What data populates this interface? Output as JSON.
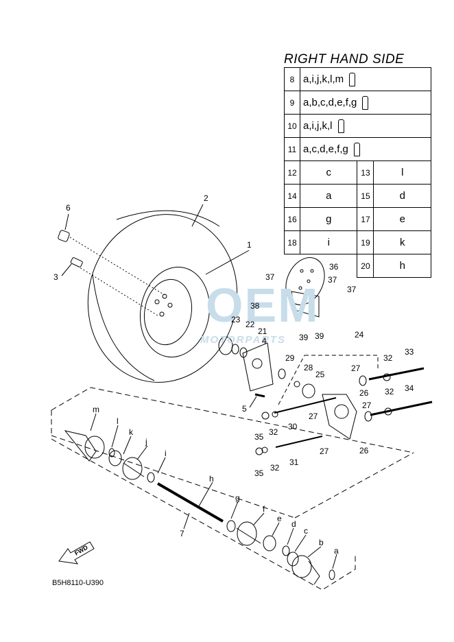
{
  "diagram_code": "B5H8110-U390",
  "table": {
    "title": "RIGHT HAND SIDE",
    "wide_rows": [
      {
        "num": "8",
        "value": "a,i,j,k,l,m",
        "icon": "grease-tube-icon"
      },
      {
        "num": "9",
        "value": "a,b,c,d,e,f,g",
        "icon": "grease-tube-icon"
      },
      {
        "num": "10",
        "value": "a,i,j,k,l",
        "icon": "grease-tube-icon"
      },
      {
        "num": "11",
        "value": "a,c,d,e,f,g",
        "icon": "grease-tube-icon"
      }
    ],
    "pair_rows": [
      {
        "l_num": "12",
        "l_val": "c",
        "r_num": "13",
        "r_val": "l"
      },
      {
        "l_num": "14",
        "l_val": "a",
        "r_num": "15",
        "r_val": "d"
      },
      {
        "l_num": "16",
        "l_val": "g",
        "r_num": "17",
        "r_val": "e"
      },
      {
        "l_num": "18",
        "l_val": "i",
        "r_num": "19",
        "r_val": "k"
      }
    ],
    "last_row": {
      "num": "20",
      "value": "h"
    }
  },
  "watermark": {
    "main": "OEM",
    "sub": "MOTORPARTS"
  },
  "fwd_label": "FWD",
  "callouts": [
    "1",
    "2",
    "3",
    "4",
    "5",
    "6",
    "7",
    "21",
    "22",
    "23",
    "24",
    "25",
    "26",
    "26",
    "27",
    "27",
    "27",
    "27",
    "28",
    "29",
    "30",
    "31",
    "32",
    "32",
    "32",
    "32",
    "33",
    "34",
    "35",
    "35",
    "36",
    "37",
    "37",
    "37",
    "38",
    "39",
    "39",
    "a",
    "b",
    "c",
    "d",
    "e",
    "f",
    "g",
    "h",
    "i",
    "j",
    "k",
    "l",
    "m"
  ]
}
